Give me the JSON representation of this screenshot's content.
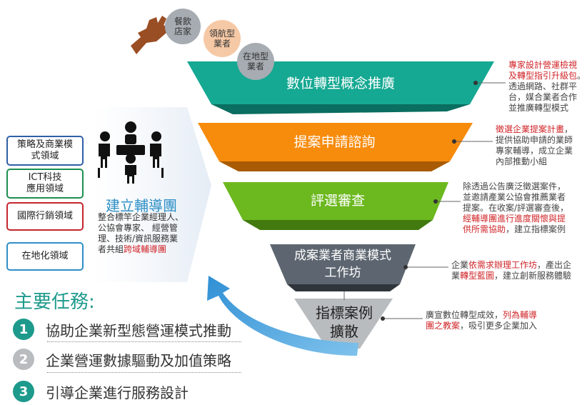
{
  "colors": {
    "stage1": "#15a892",
    "stage2": "#f78b0c",
    "stage3": "#6cb81f",
    "stage4": "#5d6670",
    "stage5": "#b9bcbf",
    "accent_blue": "#2e8fc7",
    "red": "#d0262a",
    "task_green": "#1d9a8c"
  },
  "circles": {
    "restaurant": "餐飲\n店家",
    "leading": "領航型\n業者",
    "local": "在地型\n業者"
  },
  "funnel": {
    "stage1": "數位轉型概念推廣",
    "stage2": "提案申請諮詢",
    "stage3": "評選審查",
    "stage4": "成案業者商業模式\n工作坊",
    "stage5": "指標案例\n擴散"
  },
  "notes": {
    "n1_red": "專家設計營運檢視\n及轉型指引升級包",
    "n1_rest": "。\n透過網路、社群平\n台，媒合業者合作\n並推廣轉型模式",
    "n2_red": "徵選企業提案計畫",
    "n2_rest": "，\n提供協助申請的業師\n專家輔導，成立企業\n內部推動小組",
    "n3_a": "除透過公告廣泛徵選案件，\n並邀請產業公協會推薦業者\n提案。在收案/評選審查後，\n",
    "n3_red": "經輔導團進行進度關懷與提\n供所需協助",
    "n3_b": "，建立指標案例",
    "n4_a": "企業",
    "n4_red1": "依需求辦理工作坊",
    "n4_b": "，產出企\n業",
    "n4_red2": "轉型藍圖",
    "n4_c": "，建立創新服務體驗",
    "n5_a": "廣宣數位轉型成效，",
    "n5_red": "列為輔導\n團之教案",
    "n5_b": "，吸引更多企業加入"
  },
  "domains": [
    "策略及商業模\n式領域",
    "ICT科技\n應用領域",
    "國際行銷領域",
    "在地化領域"
  ],
  "domain_colors": [
    "#2e5fa8",
    "#1d8f4e",
    "#c4262e",
    "#2e8fc7"
  ],
  "team": {
    "title": "建立輔導團",
    "desc_a": "整合標竿企業經理人、\n公協會專家、 經營管\n理、技術/資訊服務業\n者共組",
    "desc_red": "跨域輔導團"
  },
  "tasks": {
    "title": "主要任務:",
    "items": [
      {
        "num": "1",
        "label": "協助企業新型態營運模式推動",
        "color": "#1d9a8c"
      },
      {
        "num": "2",
        "label": "企業營運數據驅動及加值策略",
        "color": "#b9bcbf"
      },
      {
        "num": "3",
        "label": "引導企業進行服務設計",
        "color": "#1d9a8c"
      }
    ]
  }
}
